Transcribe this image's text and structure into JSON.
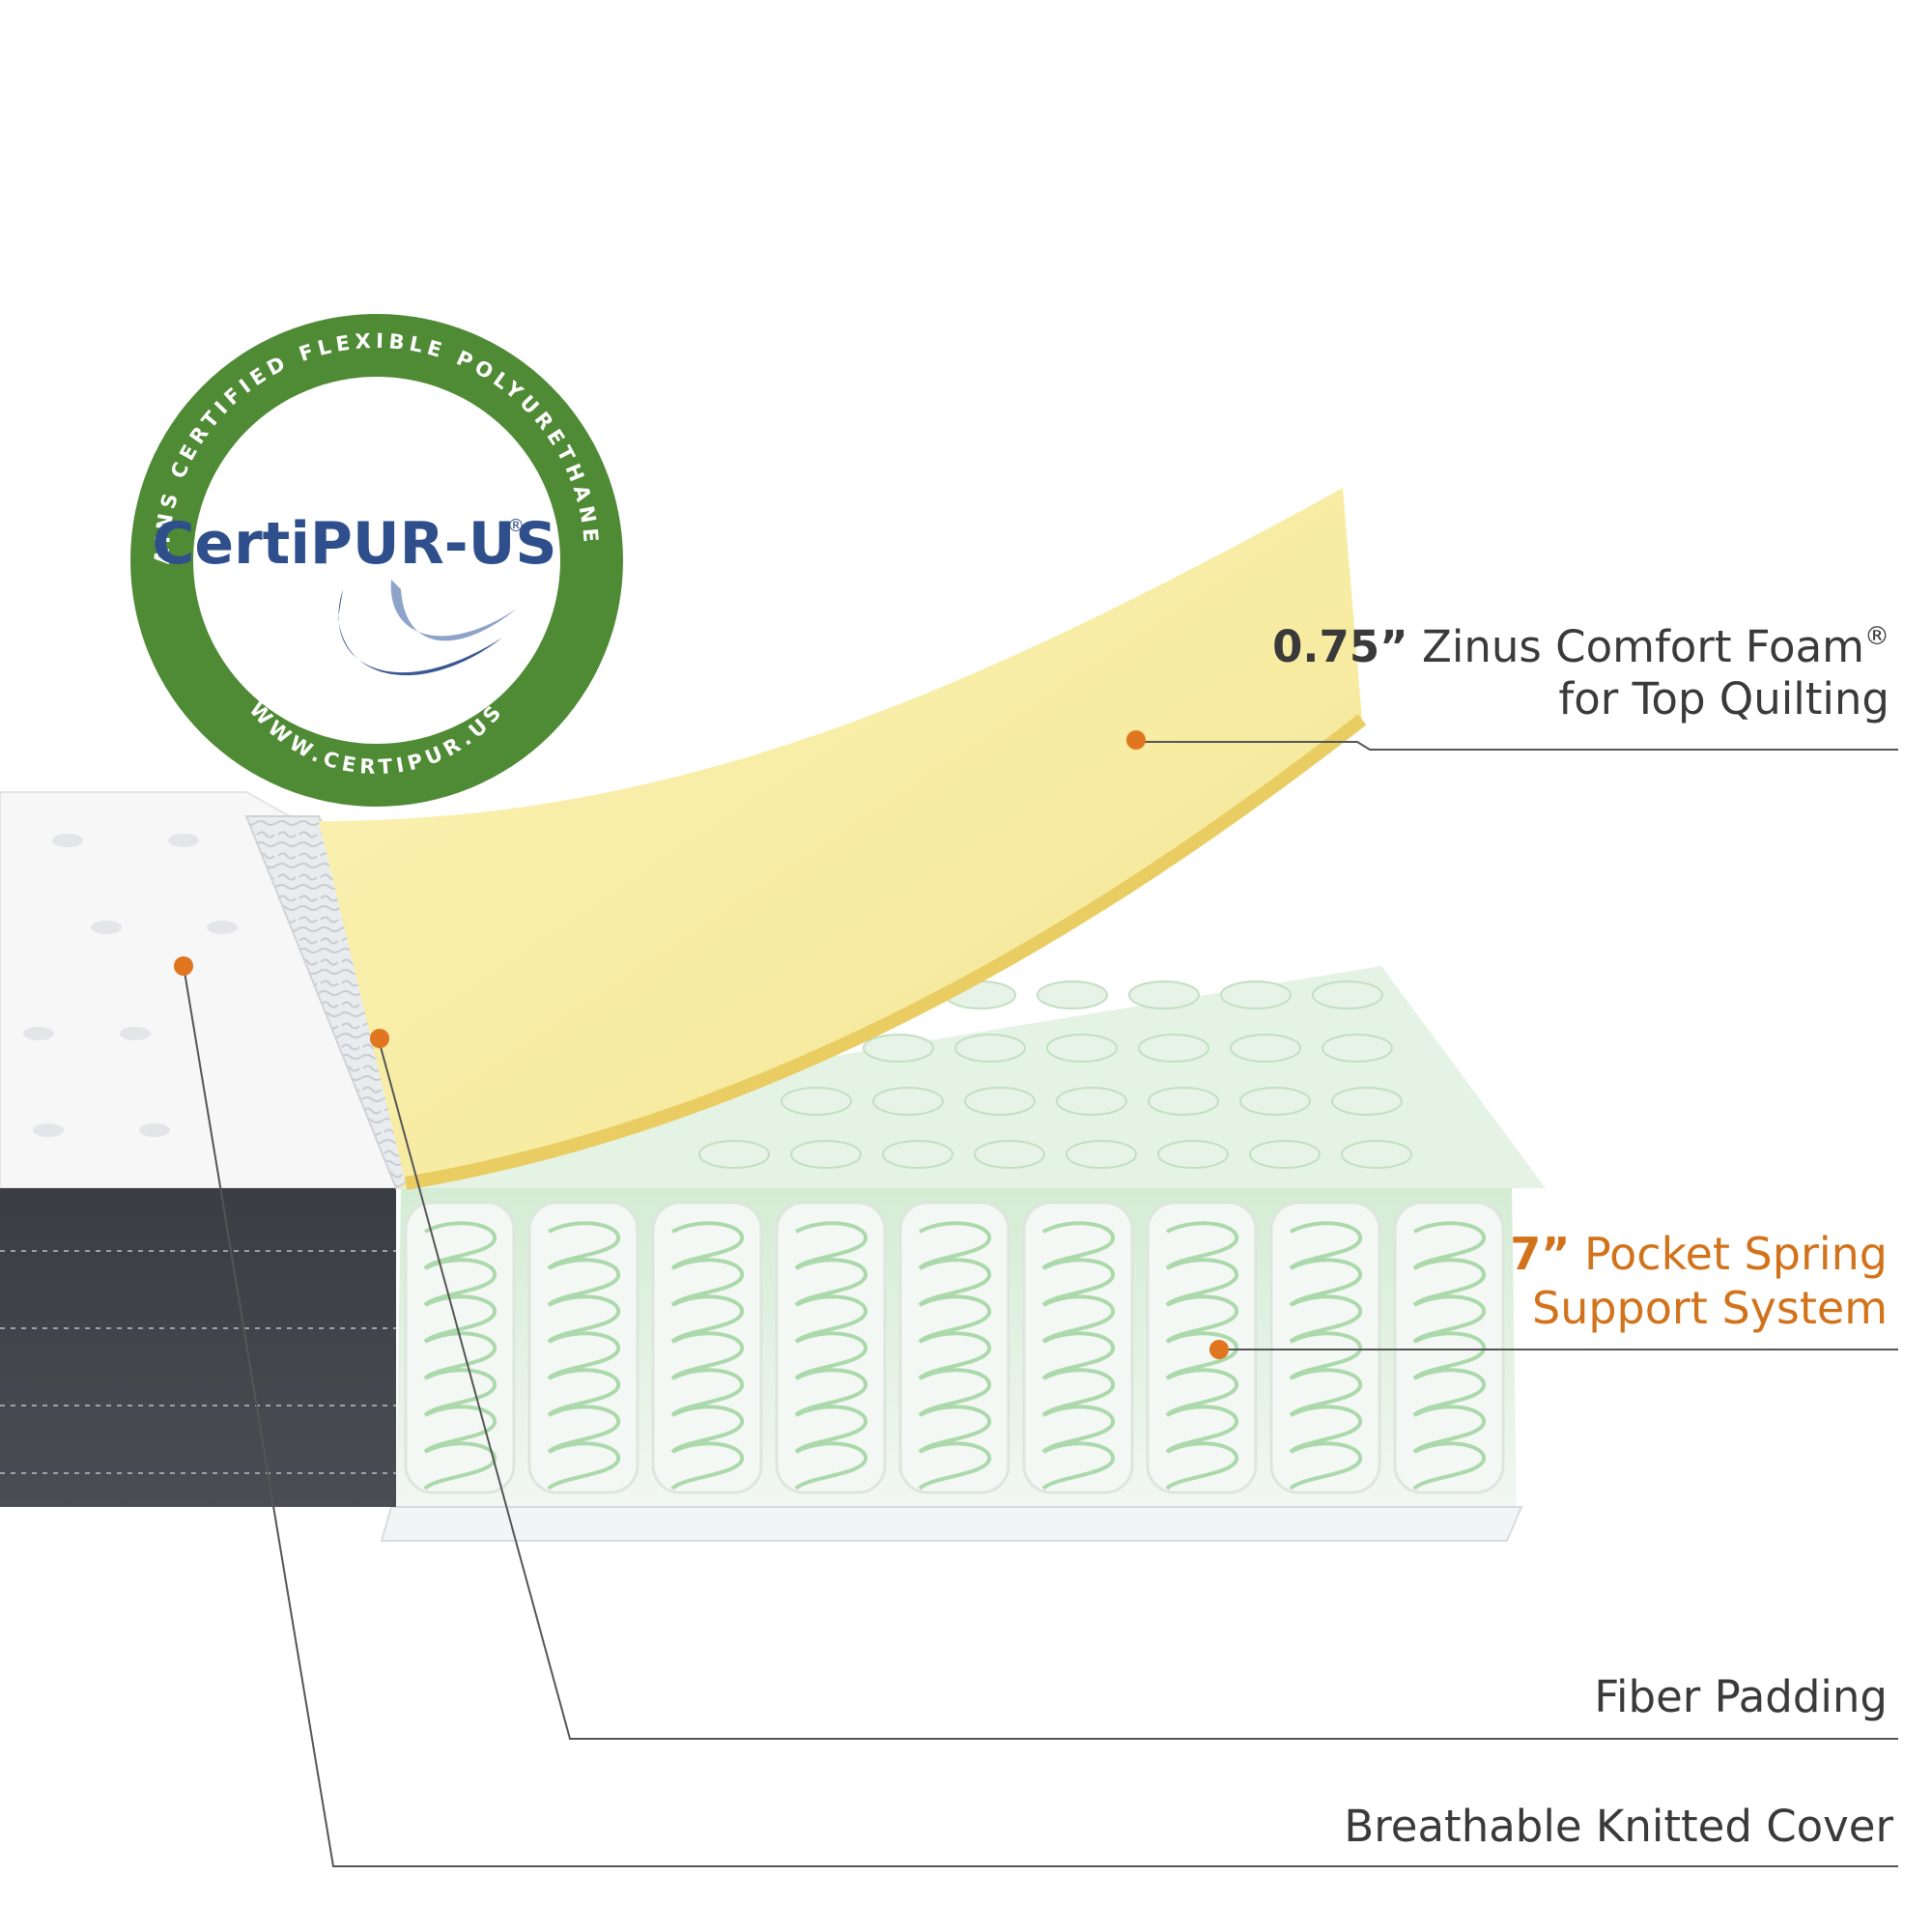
{
  "seal": {
    "ring_text": "CONTAINS CERTIFIED FLEXIBLE POLYURETHANE FOAM",
    "brand": "CertiPUR-US",
    "registered": "®",
    "url": "WWW.CERTIPUR.US",
    "ring_color": "#4f8a35",
    "brand_color": "#2e4e8c"
  },
  "callouts": {
    "foam": {
      "bold": "0.75”",
      "rest": " Zinus Comfort Foam",
      "mark": "®",
      "line2": "for Top Quilting"
    },
    "spring": {
      "bold": "7”",
      "rest": " Pocket Spring",
      "line2": "Support System"
    },
    "fiber": {
      "text": "Fiber Padding"
    },
    "cover": {
      "text": "Breathable Knitted Cover"
    }
  },
  "colors": {
    "accent_dot": "#e07620",
    "leader_line": "#555555",
    "foam": "#f7eda6",
    "spring_tint": "#cfe9cf",
    "cover_side": "#3f4247"
  }
}
